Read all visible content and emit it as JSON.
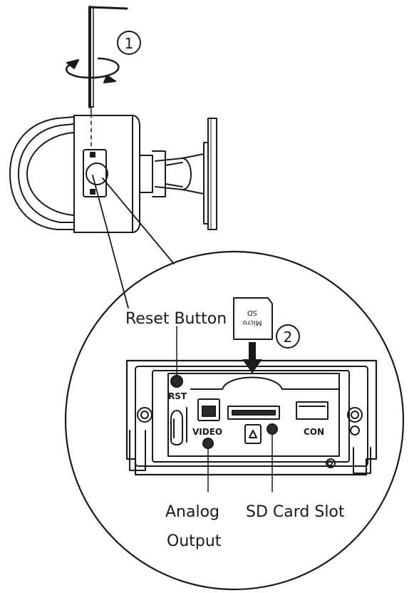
{
  "steps": {
    "step1": "1",
    "step2": "2"
  },
  "callouts": {
    "reset_button": "Reset Button",
    "sd_card_slot": "SD Card Slot",
    "analog_output_line1": "Analog",
    "analog_output_line2": "Output"
  },
  "panel_labels": {
    "rst": "RST",
    "video": "VIDEO",
    "con": "CON"
  },
  "sd_card": {
    "line1": "Micro",
    "line2": "SD"
  },
  "colors": {
    "stroke": "#1a1a1a",
    "background": "#ffffff",
    "ink_fill": "#2a2a2a"
  }
}
